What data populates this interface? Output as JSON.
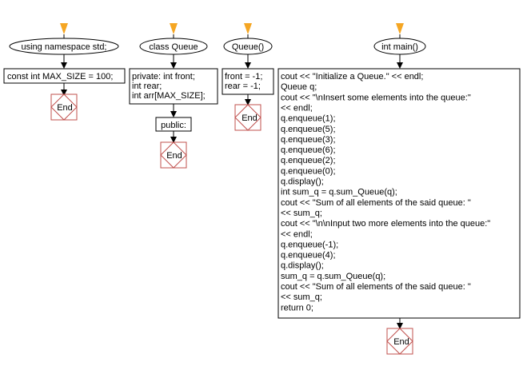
{
  "columns": [
    {
      "start_label": "using namespace std;",
      "body_lines": [
        "const int MAX_SIZE = 100;"
      ],
      "extra_label": null,
      "end_label": "End"
    },
    {
      "start_label": "class Queue",
      "body_lines": [
        "private: int front;",
        "int rear;",
        "int arr[MAX_SIZE];"
      ],
      "extra_label": "public:",
      "end_label": "End"
    },
    {
      "start_label": "Queue()",
      "body_lines": [
        "front = -1;",
        "rear = -1;"
      ],
      "extra_label": null,
      "end_label": "End"
    },
    {
      "start_label": "int main()",
      "body_lines": [
        "cout << \"Initialize a Queue.\" << endl;",
        "Queue q;",
        "cout << \"\\nInsert some elements into the queue:\"",
        "<< endl;",
        "q.enqueue(1);",
        "q.enqueue(5);",
        "q.enqueue(3);",
        "q.enqueue(6);",
        "q.enqueue(2);",
        "q.enqueue(0);",
        "q.display();",
        "int sum_q = q.sum_Queue(q);",
        "cout << \"Sum of all elements of the said queue: \"",
        "<< sum_q;",
        "cout << \"\\n\\nInput two more elements into the queue:\"",
        "<< endl;",
        "q.enqueue(-1);",
        "q.enqueue(4);",
        "q.display();",
        "sum_q = q.sum_Queue(q);",
        "cout << \"Sum of all elements of the said queue: \"",
        "<< sum_q;",
        "return 0;"
      ],
      "extra_label": null,
      "end_label": "End"
    }
  ],
  "colors": {
    "start_arrow": "#f5a623",
    "end_border": "#c0504d",
    "outline": "#000000"
  },
  "icons": {
    "start": "start-arrow-icon",
    "flow": "flow-arrow-icon"
  }
}
